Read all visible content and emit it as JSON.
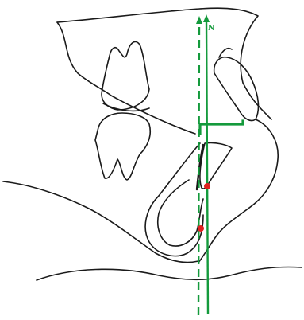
{
  "labels": {
    "n_label": "N"
  },
  "colors": {
    "line_green": "#149a3c",
    "outline": "#1a1a1a",
    "point_red": "#e02020"
  },
  "icons": {
    "arrowhead": "triangle-arrowhead",
    "landmark": "red-dot"
  }
}
